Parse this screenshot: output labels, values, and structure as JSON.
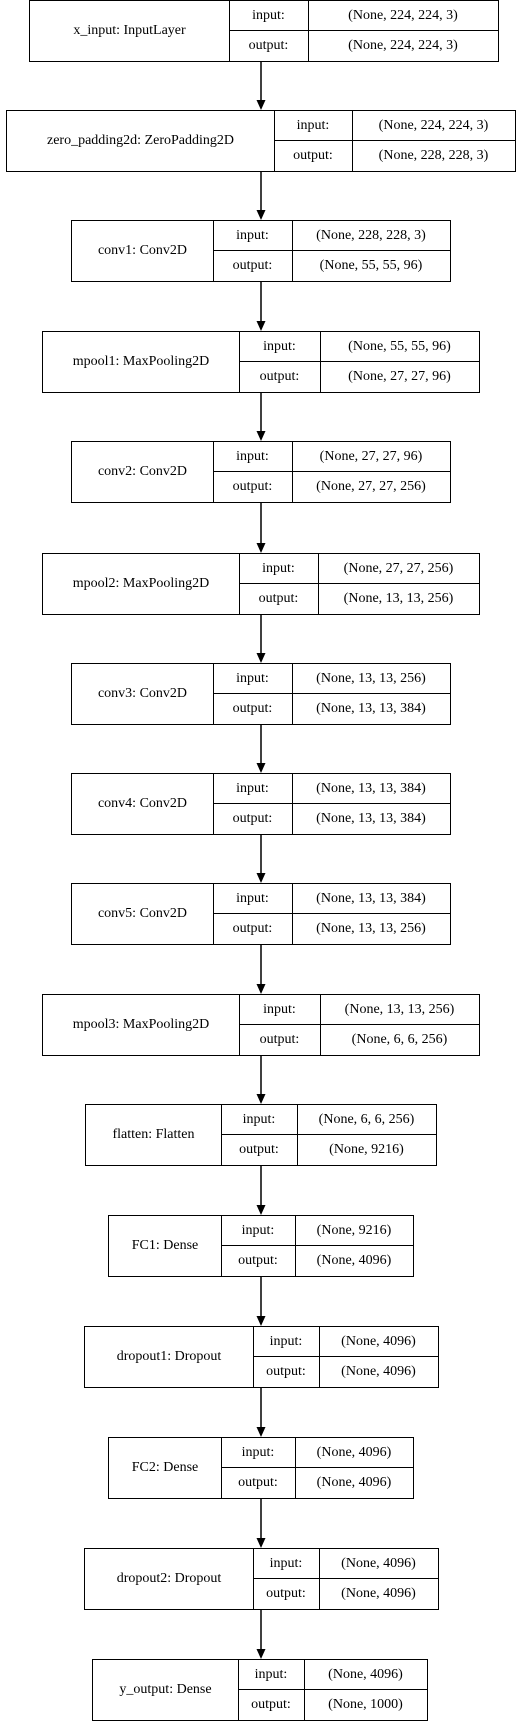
{
  "layers": [
    {
      "name": "x_input: InputLayer",
      "input_label": "input:",
      "output_label": "output:",
      "input_shape": "(None, 224, 224, 3)",
      "output_shape": "(None, 224, 224, 3)"
    },
    {
      "name": "zero_padding2d: ZeroPadding2D",
      "input_label": "input:",
      "output_label": "output:",
      "input_shape": "(None, 224, 224, 3)",
      "output_shape": "(None, 228, 228, 3)"
    },
    {
      "name": "conv1: Conv2D",
      "input_label": "input:",
      "output_label": "output:",
      "input_shape": "(None, 228, 228, 3)",
      "output_shape": "(None, 55, 55, 96)"
    },
    {
      "name": "mpool1: MaxPooling2D",
      "input_label": "input:",
      "output_label": "output:",
      "input_shape": "(None, 55, 55, 96)",
      "output_shape": "(None, 27, 27, 96)"
    },
    {
      "name": "conv2: Conv2D",
      "input_label": "input:",
      "output_label": "output:",
      "input_shape": "(None, 27, 27, 96)",
      "output_shape": "(None, 27, 27, 256)"
    },
    {
      "name": "mpool2: MaxPooling2D",
      "input_label": "input:",
      "output_label": "output:",
      "input_shape": "(None, 27, 27, 256)",
      "output_shape": "(None, 13, 13, 256)"
    },
    {
      "name": "conv3: Conv2D",
      "input_label": "input:",
      "output_label": "output:",
      "input_shape": "(None, 13, 13, 256)",
      "output_shape": "(None, 13, 13, 384)"
    },
    {
      "name": "conv4: Conv2D",
      "input_label": "input:",
      "output_label": "output:",
      "input_shape": "(None, 13, 13, 384)",
      "output_shape": "(None, 13, 13, 384)"
    },
    {
      "name": "conv5: Conv2D",
      "input_label": "input:",
      "output_label": "output:",
      "input_shape": "(None, 13, 13, 384)",
      "output_shape": "(None, 13, 13, 256)"
    },
    {
      "name": "mpool3: MaxPooling2D",
      "input_label": "input:",
      "output_label": "output:",
      "input_shape": "(None, 13, 13, 256)",
      "output_shape": "(None, 6, 6, 256)"
    },
    {
      "name": "flatten: Flatten",
      "input_label": "input:",
      "output_label": "output:",
      "input_shape": "(None, 6, 6, 256)",
      "output_shape": "(None, 9216)"
    },
    {
      "name": "FC1: Dense",
      "input_label": "input:",
      "output_label": "output:",
      "input_shape": "(None, 9216)",
      "output_shape": "(None, 4096)"
    },
    {
      "name": "dropout1: Dropout",
      "input_label": "input:",
      "output_label": "output:",
      "input_shape": "(None, 4096)",
      "output_shape": "(None, 4096)"
    },
    {
      "name": "FC2: Dense",
      "input_label": "input:",
      "output_label": "output:",
      "input_shape": "(None, 4096)",
      "output_shape": "(None, 4096)"
    },
    {
      "name": "dropout2: Dropout",
      "input_label": "input:",
      "output_label": "output:",
      "input_shape": "(None, 4096)",
      "output_shape": "(None, 4096)"
    },
    {
      "name": "y_output: Dense",
      "input_label": "input:",
      "output_label": "output:",
      "input_shape": "(None, 4096)",
      "output_shape": "(None, 1000)"
    }
  ]
}
